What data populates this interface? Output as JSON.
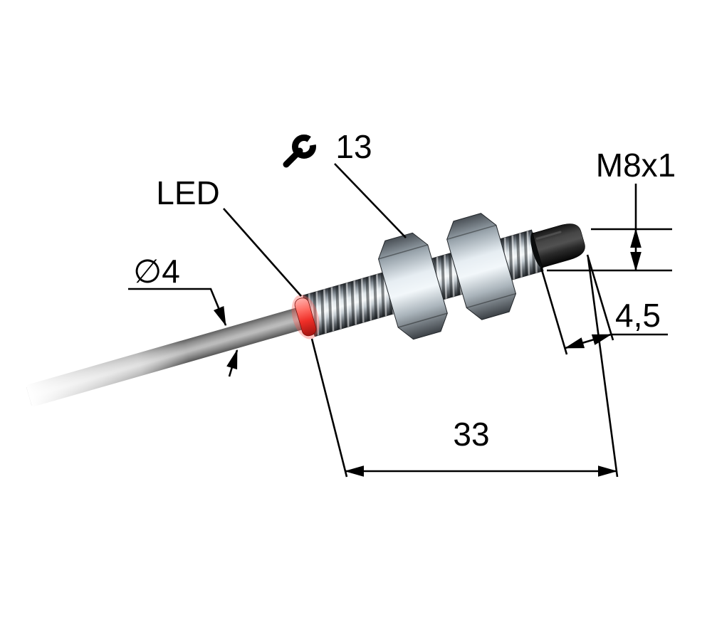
{
  "drawing": {
    "type": "technical-dimension-drawing",
    "subject": "M8 threaded cylindrical sensor with cable",
    "background_color": "#ffffff",
    "line_color": "#000000"
  },
  "labels": {
    "led": "LED",
    "cable_diameter": "∅4",
    "wrench_size": "13",
    "thread_spec": "M8x1",
    "cap_length": "4,5",
    "overall_length": "33"
  },
  "colors": {
    "led_ring": "#e8342b",
    "cable_gray": "#9a9a9a",
    "metal_light": "#f2f7fa",
    "metal_dark": "#30343a",
    "end_cap": "#0a0a0a"
  },
  "icons": {
    "wrench": "open-end-wrench-icon"
  }
}
